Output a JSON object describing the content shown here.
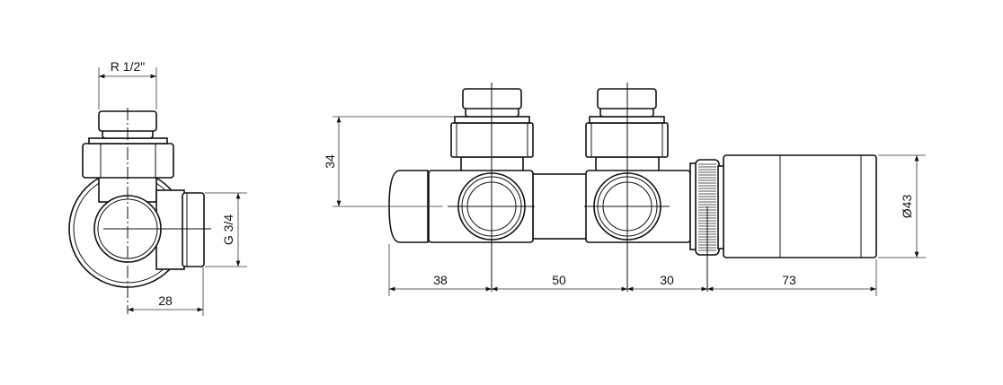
{
  "side_view": {
    "thread_top_label": "R 1/2\"",
    "thread_side_label": "G 3/4",
    "offset_label": "28"
  },
  "front_view": {
    "height_label": "34",
    "diameter_label": "Ø43",
    "dims": [
      "38",
      "50",
      "30",
      "73"
    ]
  }
}
